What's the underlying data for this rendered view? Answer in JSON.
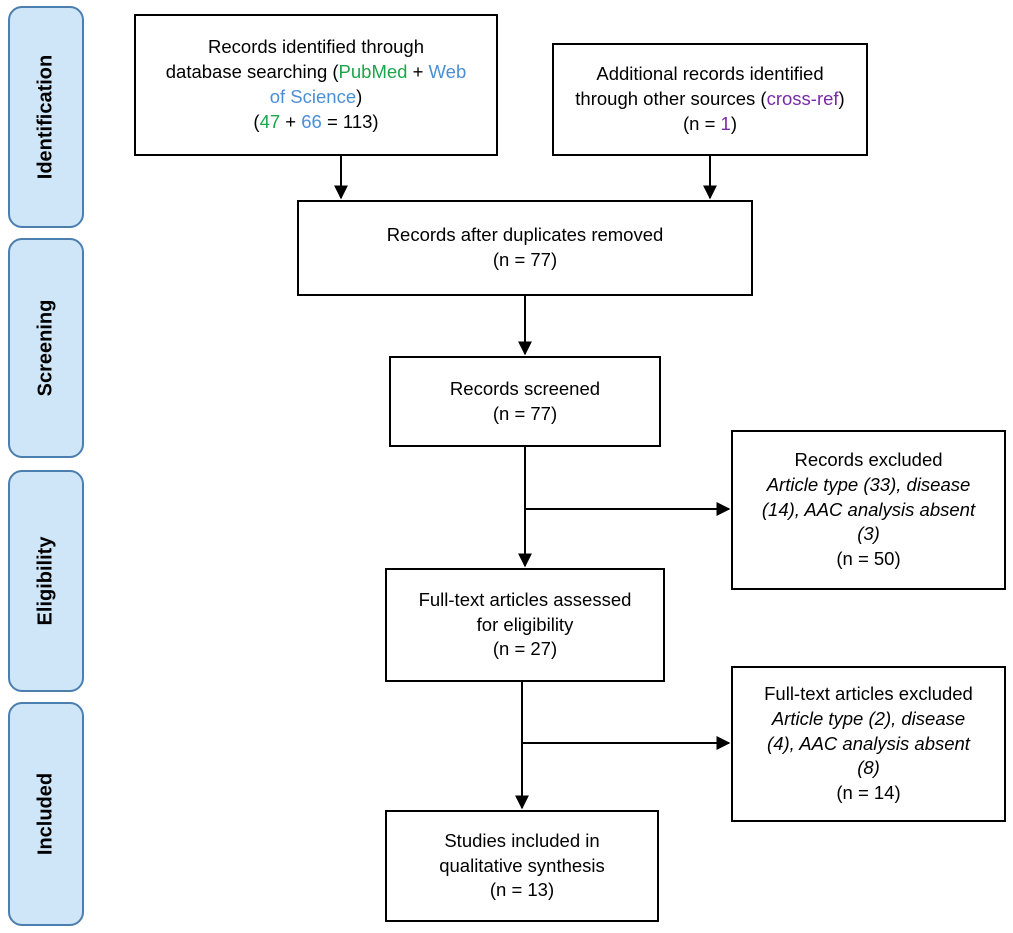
{
  "stages": {
    "identification": "Identification",
    "screening": "Screening",
    "eligibility": "Eligibility",
    "included": "Included"
  },
  "boxes": {
    "database": {
      "line1": "Records identified through",
      "line2_a": "database searching (",
      "line2_pubmed": "PubMed",
      "line2_b": " + ",
      "line2_web": "Web",
      "line3_wos": "of Science",
      "line3_b": ")",
      "line4_a": "(",
      "line4_n1": "47",
      "line4_b": " + ",
      "line4_n2": "66",
      "line4_c": " = 113)"
    },
    "other_sources": {
      "line1": "Additional records identified",
      "line2_a": "through other sources (",
      "line2_crossref": "cross-ref",
      "line2_b": ")",
      "line3_a": "(n = ",
      "line3_n": "1",
      "line3_b": ")"
    },
    "duplicates_removed": {
      "line1": "Records after duplicates removed",
      "line2": "(n =  77)"
    },
    "screened": {
      "line1": "Records screened",
      "line2": "(n = 77)"
    },
    "records_excluded": {
      "line1": "Records excluded",
      "line2": "Article type (33), disease",
      "line3": "(14), AAC analysis absent",
      "line4": "(3)",
      "line5": "(n = 50)"
    },
    "fulltext_assessed": {
      "line1": "Full-text articles assessed",
      "line2": "for eligibility",
      "line3": "(n = 27)"
    },
    "fulltext_excluded": {
      "line1": "Full-text articles excluded",
      "line2": "Article type (2), disease",
      "line3": "(4), AAC analysis absent",
      "line4": "(8)",
      "line5": "(n = 14)"
    },
    "included": {
      "line1": "Studies included in",
      "line2": "qualitative synthesis",
      "line3": "(n = 13)"
    }
  },
  "colors": {
    "pubmed": "#1aa64a",
    "web_of_science": "#4a8fd6",
    "cross_ref": "#7a2aa8",
    "stage_fill": "#cfe6f8",
    "stage_border": "#4a7fb0"
  }
}
